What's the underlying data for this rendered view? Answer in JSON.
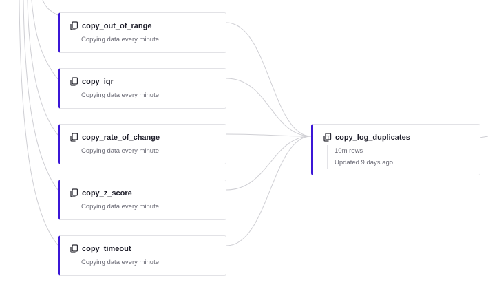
{
  "sources": [
    {
      "title": "copy_out_of_range",
      "subtitle": "Copying data every minute",
      "icon": "copy-icon"
    },
    {
      "title": "copy_iqr",
      "subtitle": "Copying data every minute",
      "icon": "copy-icon"
    },
    {
      "title": "copy_rate_of_change",
      "subtitle": "Copying data every minute",
      "icon": "copy-icon"
    },
    {
      "title": "copy_z_score",
      "subtitle": "Copying data every minute",
      "icon": "copy-icon"
    },
    {
      "title": "copy_timeout",
      "subtitle": "Copying data every minute",
      "icon": "copy-icon"
    }
  ],
  "target": {
    "title": "copy_log_duplicates",
    "rows": "10m rows",
    "updated": "Updated 9 days ago",
    "icon": "table-copy-icon"
  },
  "colors": {
    "accent": "#3b16d6",
    "edge": "#cfcfd4",
    "border": "#e2e2e6"
  }
}
